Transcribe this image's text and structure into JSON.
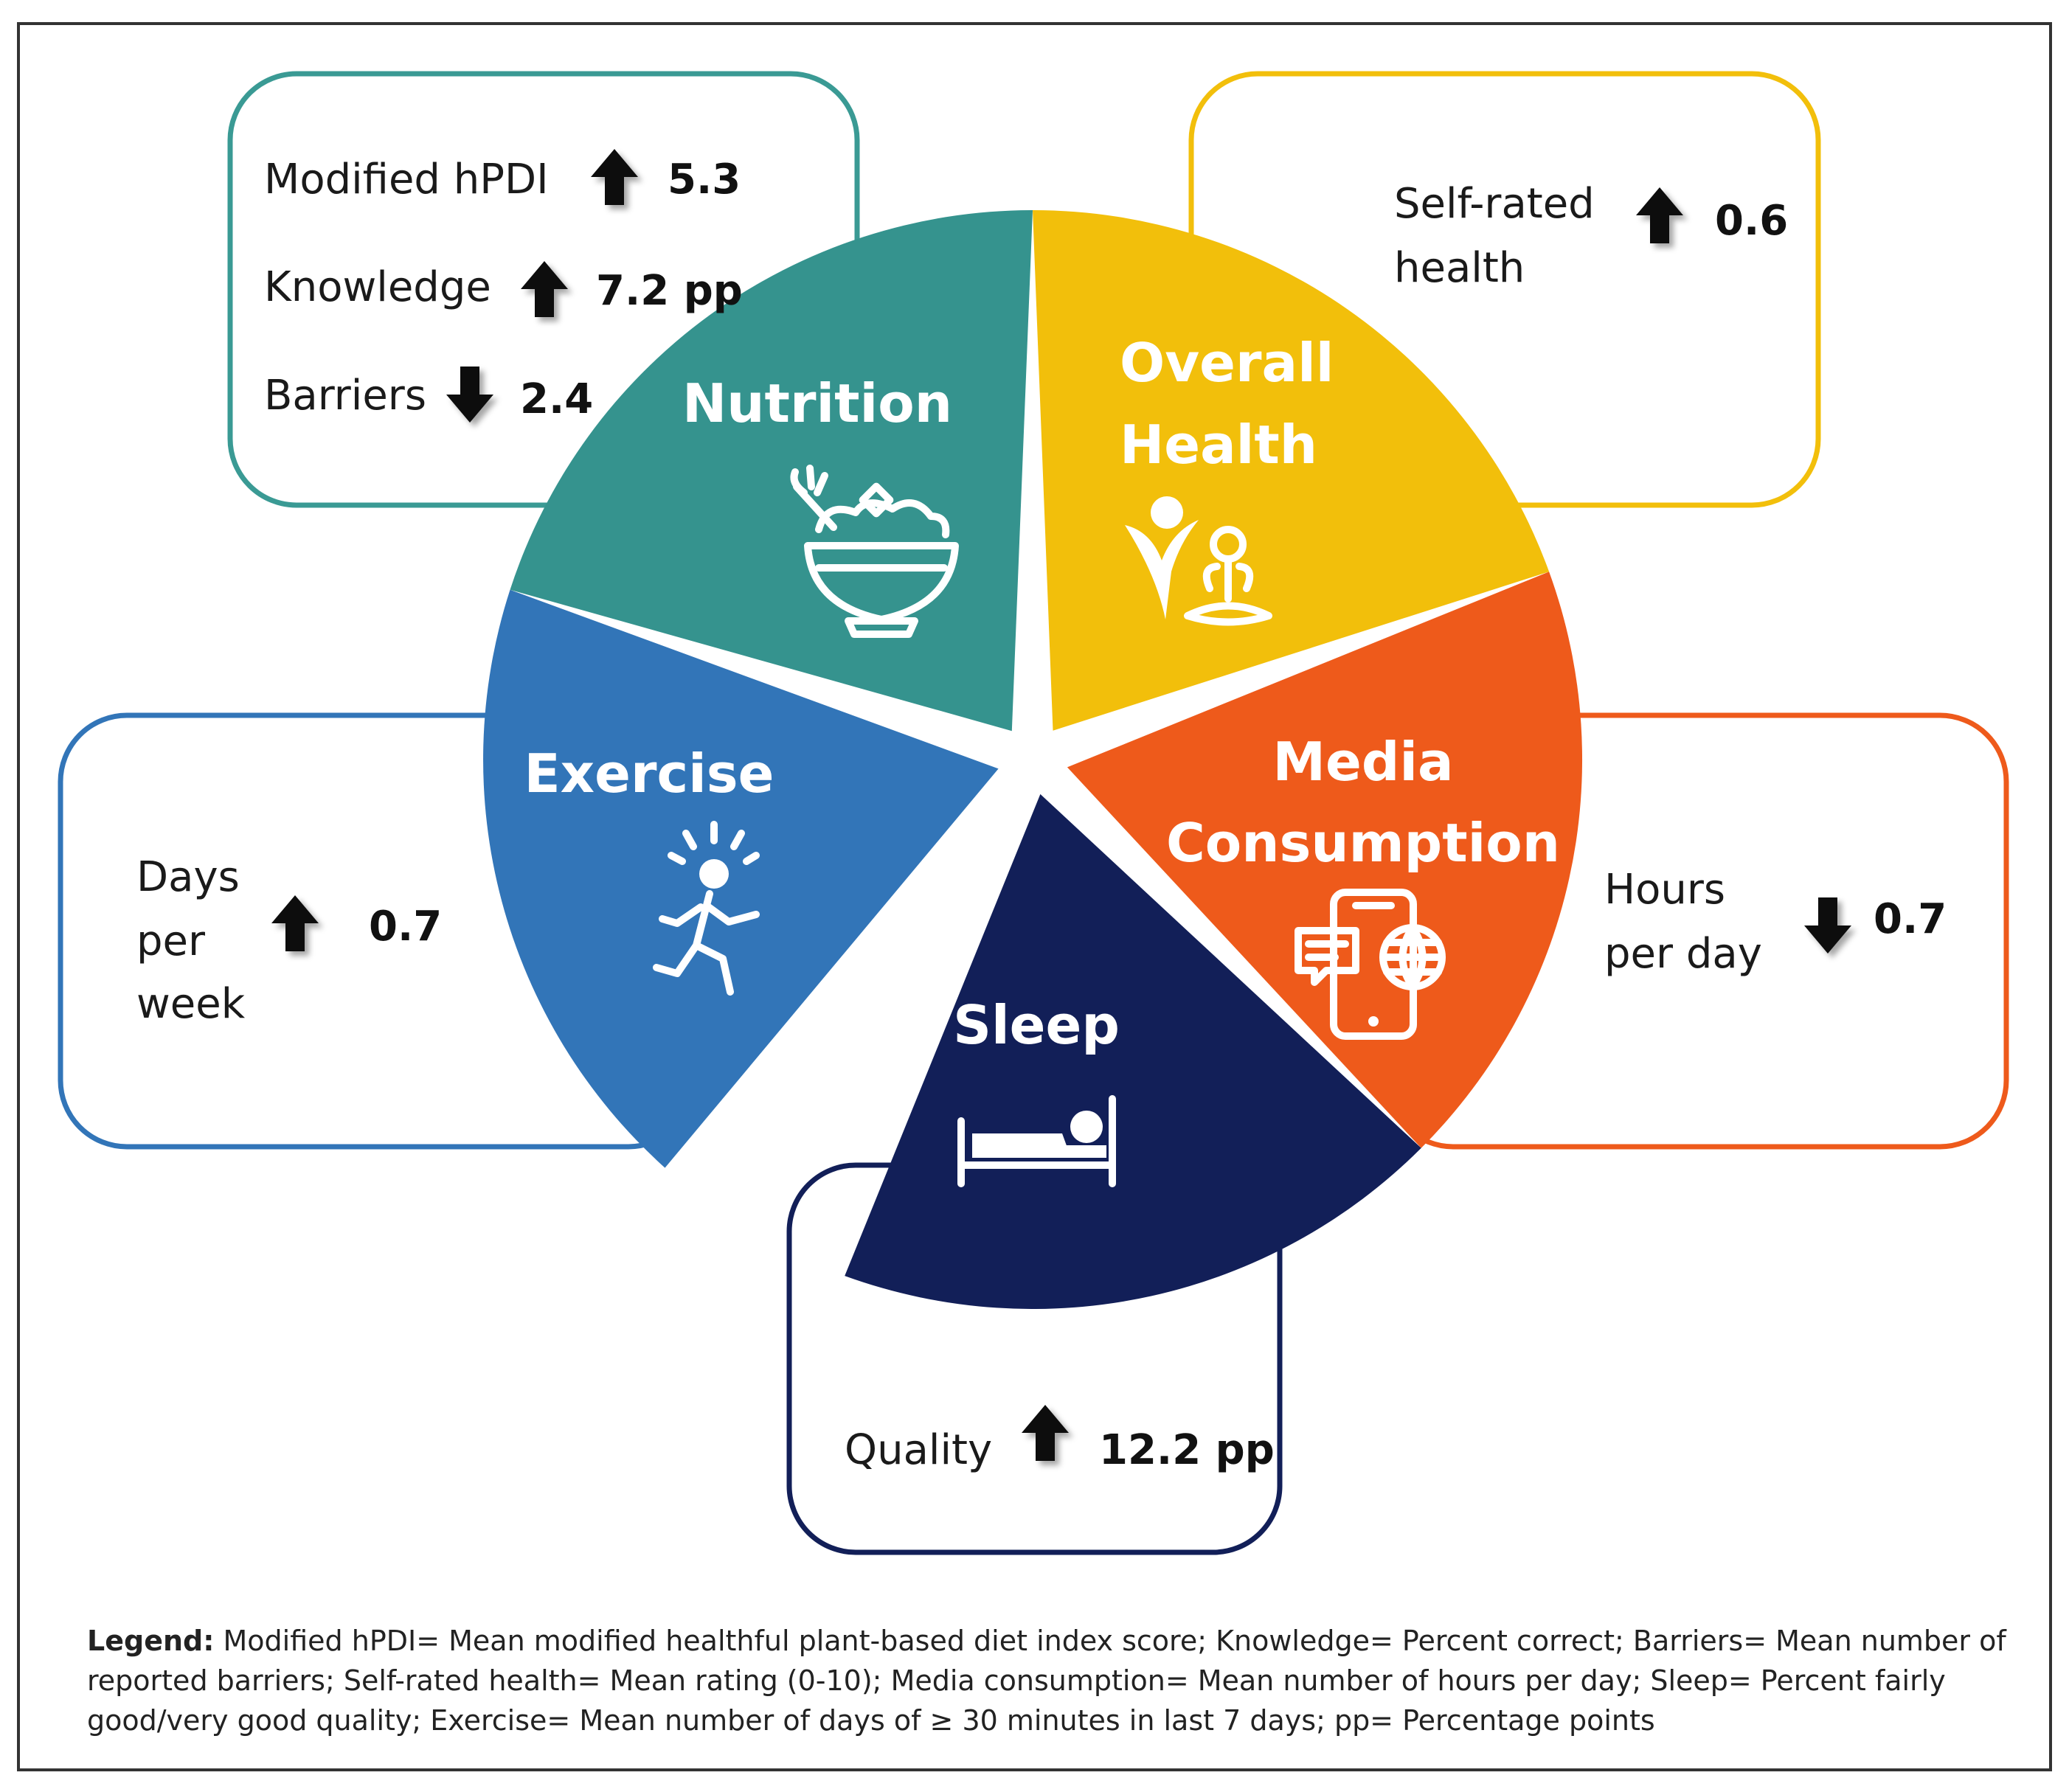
{
  "segments": {
    "nutrition": {
      "title": "Nutrition",
      "color": "#35938e",
      "icon": "salad-bowl-icon",
      "metrics": [
        {
          "label": "Modified hPDI",
          "direction": "up",
          "value": "5.3"
        },
        {
          "label": "Knowledge",
          "direction": "up",
          "value": "7.2 pp"
        },
        {
          "label": "Barriers",
          "direction": "down",
          "value": "2.4"
        }
      ]
    },
    "overall_health": {
      "title_line1": "Overall",
      "title_line2": "Health",
      "color": "#f2bf0b",
      "icon": "yoga-wellness-icon",
      "metric": {
        "label_line1": "Self-rated",
        "label_line2": "health",
        "direction": "up",
        "value": "0.6"
      }
    },
    "media": {
      "title_line1": "Media",
      "title_line2": "Consumption",
      "color": "#ee5a1b",
      "icon": "smartphone-chat-globe-icon",
      "metric": {
        "label_line1": "Hours",
        "label_line2": "per day",
        "direction": "down",
        "value": "0.7"
      }
    },
    "sleep": {
      "title": "Sleep",
      "color": "#121f58",
      "icon": "bed-icon",
      "metric": {
        "label": "Quality",
        "direction": "up",
        "value": "12.2 pp"
      }
    },
    "exercise": {
      "title": "Exercise",
      "color": "#3275b8",
      "icon": "runner-icon",
      "metric": {
        "label_line1": "Days",
        "label_line2": "per",
        "label_line3": "week",
        "direction": "up",
        "value": "0.7"
      }
    }
  },
  "legend": {
    "heading": "Legend:",
    "line1": "Modified hPDI= Mean modified healthful plant-based diet index score; Knowledge= Percent correct; Barriers= Mean number of",
    "line2": "reported barriers; Self-rated health= Mean rating (0-10); Media consumption= Mean number of hours per day; Sleep= Percent fairly",
    "line3": "good/very good quality; Exercise= Mean number of days of ≥ 30 minutes in last 7 days; pp= Percentage points"
  }
}
